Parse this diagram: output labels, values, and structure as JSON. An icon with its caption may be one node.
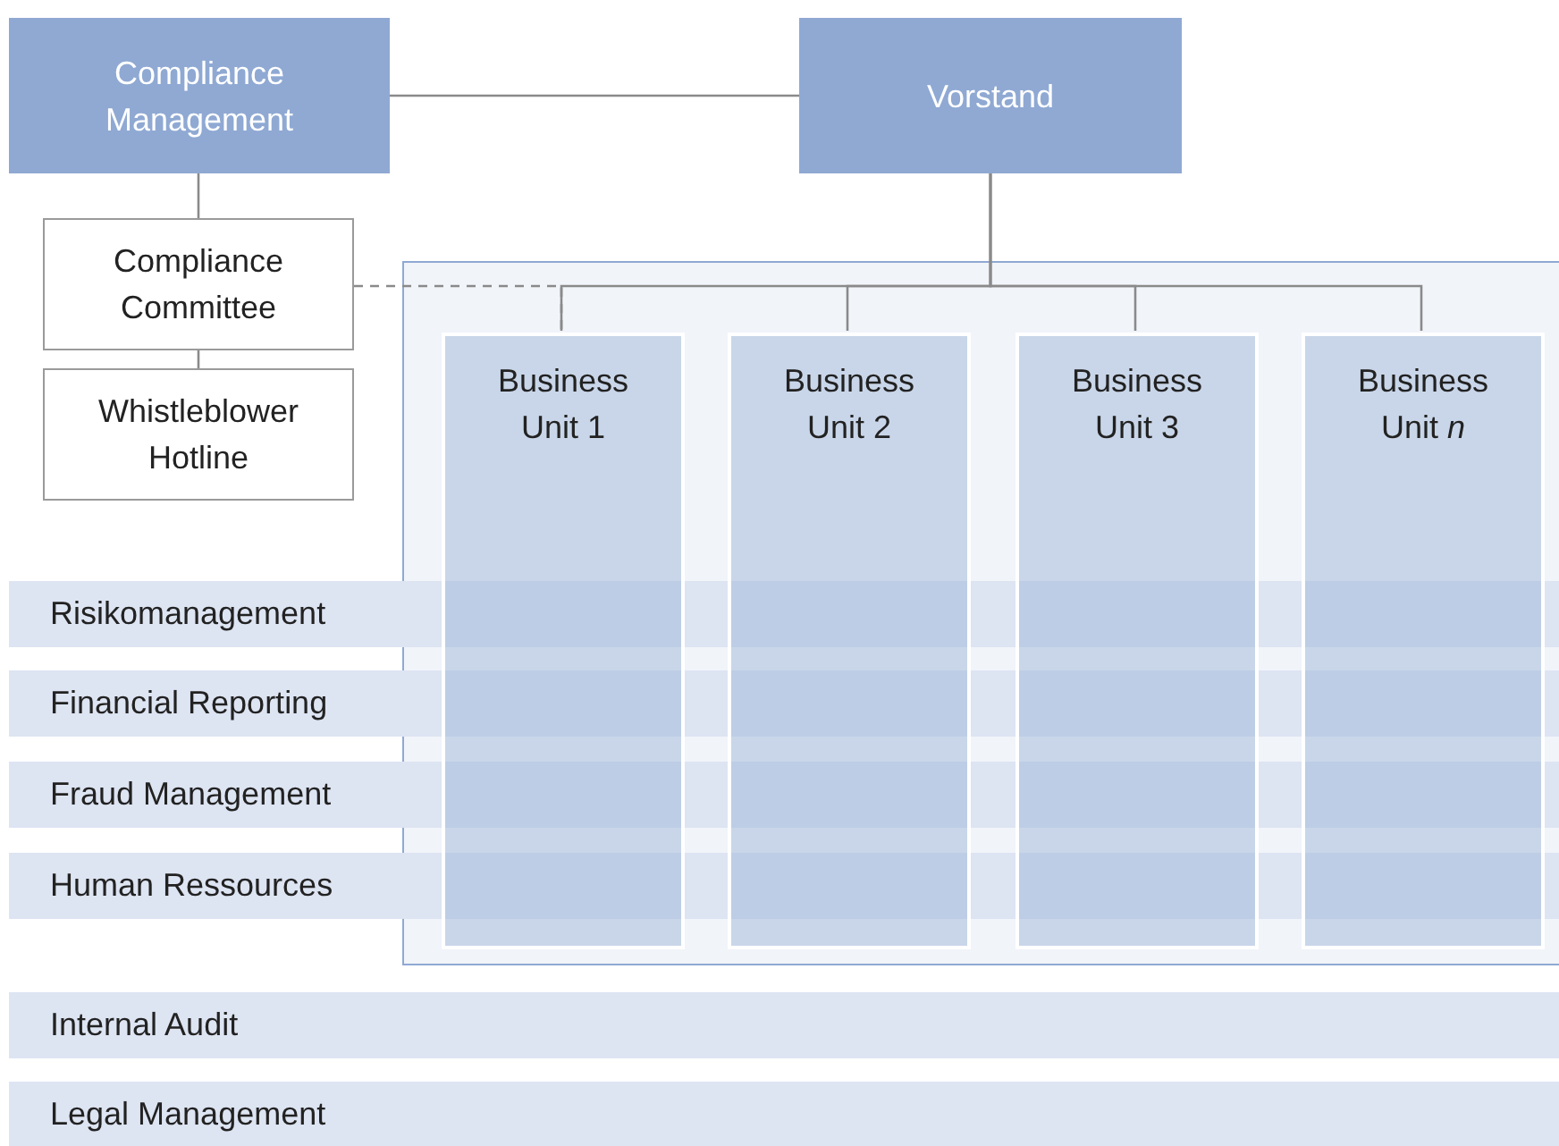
{
  "diagram": {
    "nodes": [
      {
        "text": [
          "Compliance Management"
        ]
      },
      {
        "text": [
          "Vorstand"
        ]
      },
      {
        "text": [
          "Compliance Committee"
        ]
      },
      {
        "text": [
          "Whistleblower Hotline"
        ]
      },
      {
        "text": [],
        "shape": "box"
      },
      {
        "text": [
          "Business Unit 1"
        ],
        "in": 4
      },
      {
        "text": [
          "Business Unit 2"
        ],
        "in": 4
      },
      {
        "text": [
          "Business Unit 3"
        ],
        "in": 4
      },
      {
        "text": [
          "Business Unit *n*"
        ],
        "in": 4
      },
      {
        "text": [
          "Risikomanagement"
        ]
      },
      {
        "text": [
          "Financial Reporting"
        ]
      },
      {
        "text": [
          "Fraud Management"
        ]
      },
      {
        "text": [
          "Human Ressources"
        ]
      },
      {
        "text": [
          "Internal Audit"
        ]
      },
      {
        "text": [
          "Legal Management"
        ]
      }
    ],
    "edges": [
      {
        "from": 0,
        "to": 1,
        "arrow": "none"
      },
      {
        "from": 0,
        "to": 2,
        "arrow": "none"
      },
      {
        "from": 2,
        "to": 3,
        "arrow": "none"
      },
      {
        "from": 1,
        "to": 5,
        "arrow": "none"
      },
      {
        "from": 1,
        "to": 6,
        "arrow": "none"
      },
      {
        "from": 1,
        "to": 7,
        "arrow": "none"
      },
      {
        "from": 1,
        "to": 8,
        "arrow": "none"
      },
      {
        "from": 2,
        "to": 5,
        "arrow": "none",
        "style": "dashed"
      }
    ]
  }
}
